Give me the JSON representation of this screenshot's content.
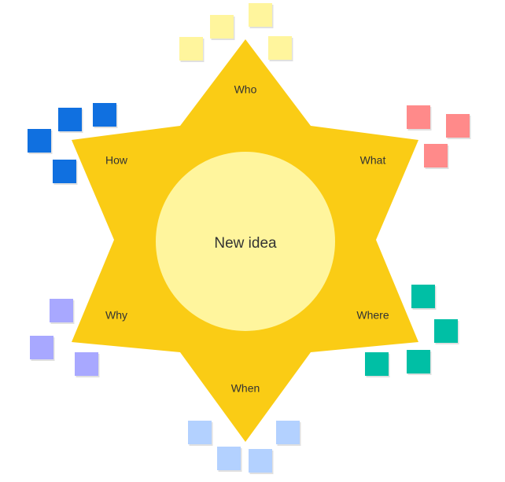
{
  "diagram": {
    "center": {
      "label": "New idea",
      "color": "#FFF59D"
    },
    "star_color": "#FACC15",
    "points": [
      {
        "id": "who",
        "label": "Who"
      },
      {
        "id": "what",
        "label": "What"
      },
      {
        "id": "where",
        "label": "Where"
      },
      {
        "id": "when",
        "label": "When"
      },
      {
        "id": "why",
        "label": "Why"
      },
      {
        "id": "how",
        "label": "How"
      }
    ],
    "sticky_notes": [
      {
        "group": "who",
        "color": "#FFF59D",
        "count": 4
      },
      {
        "group": "what",
        "color": "#FF8A8A",
        "count": 3
      },
      {
        "group": "where",
        "color": "#00BFA5",
        "count": 4
      },
      {
        "group": "when",
        "color": "#B3D1FF",
        "count": 4
      },
      {
        "group": "why",
        "color": "#A8A8FF",
        "count": 3
      },
      {
        "group": "how",
        "color": "#1070E0",
        "count": 4
      }
    ]
  }
}
